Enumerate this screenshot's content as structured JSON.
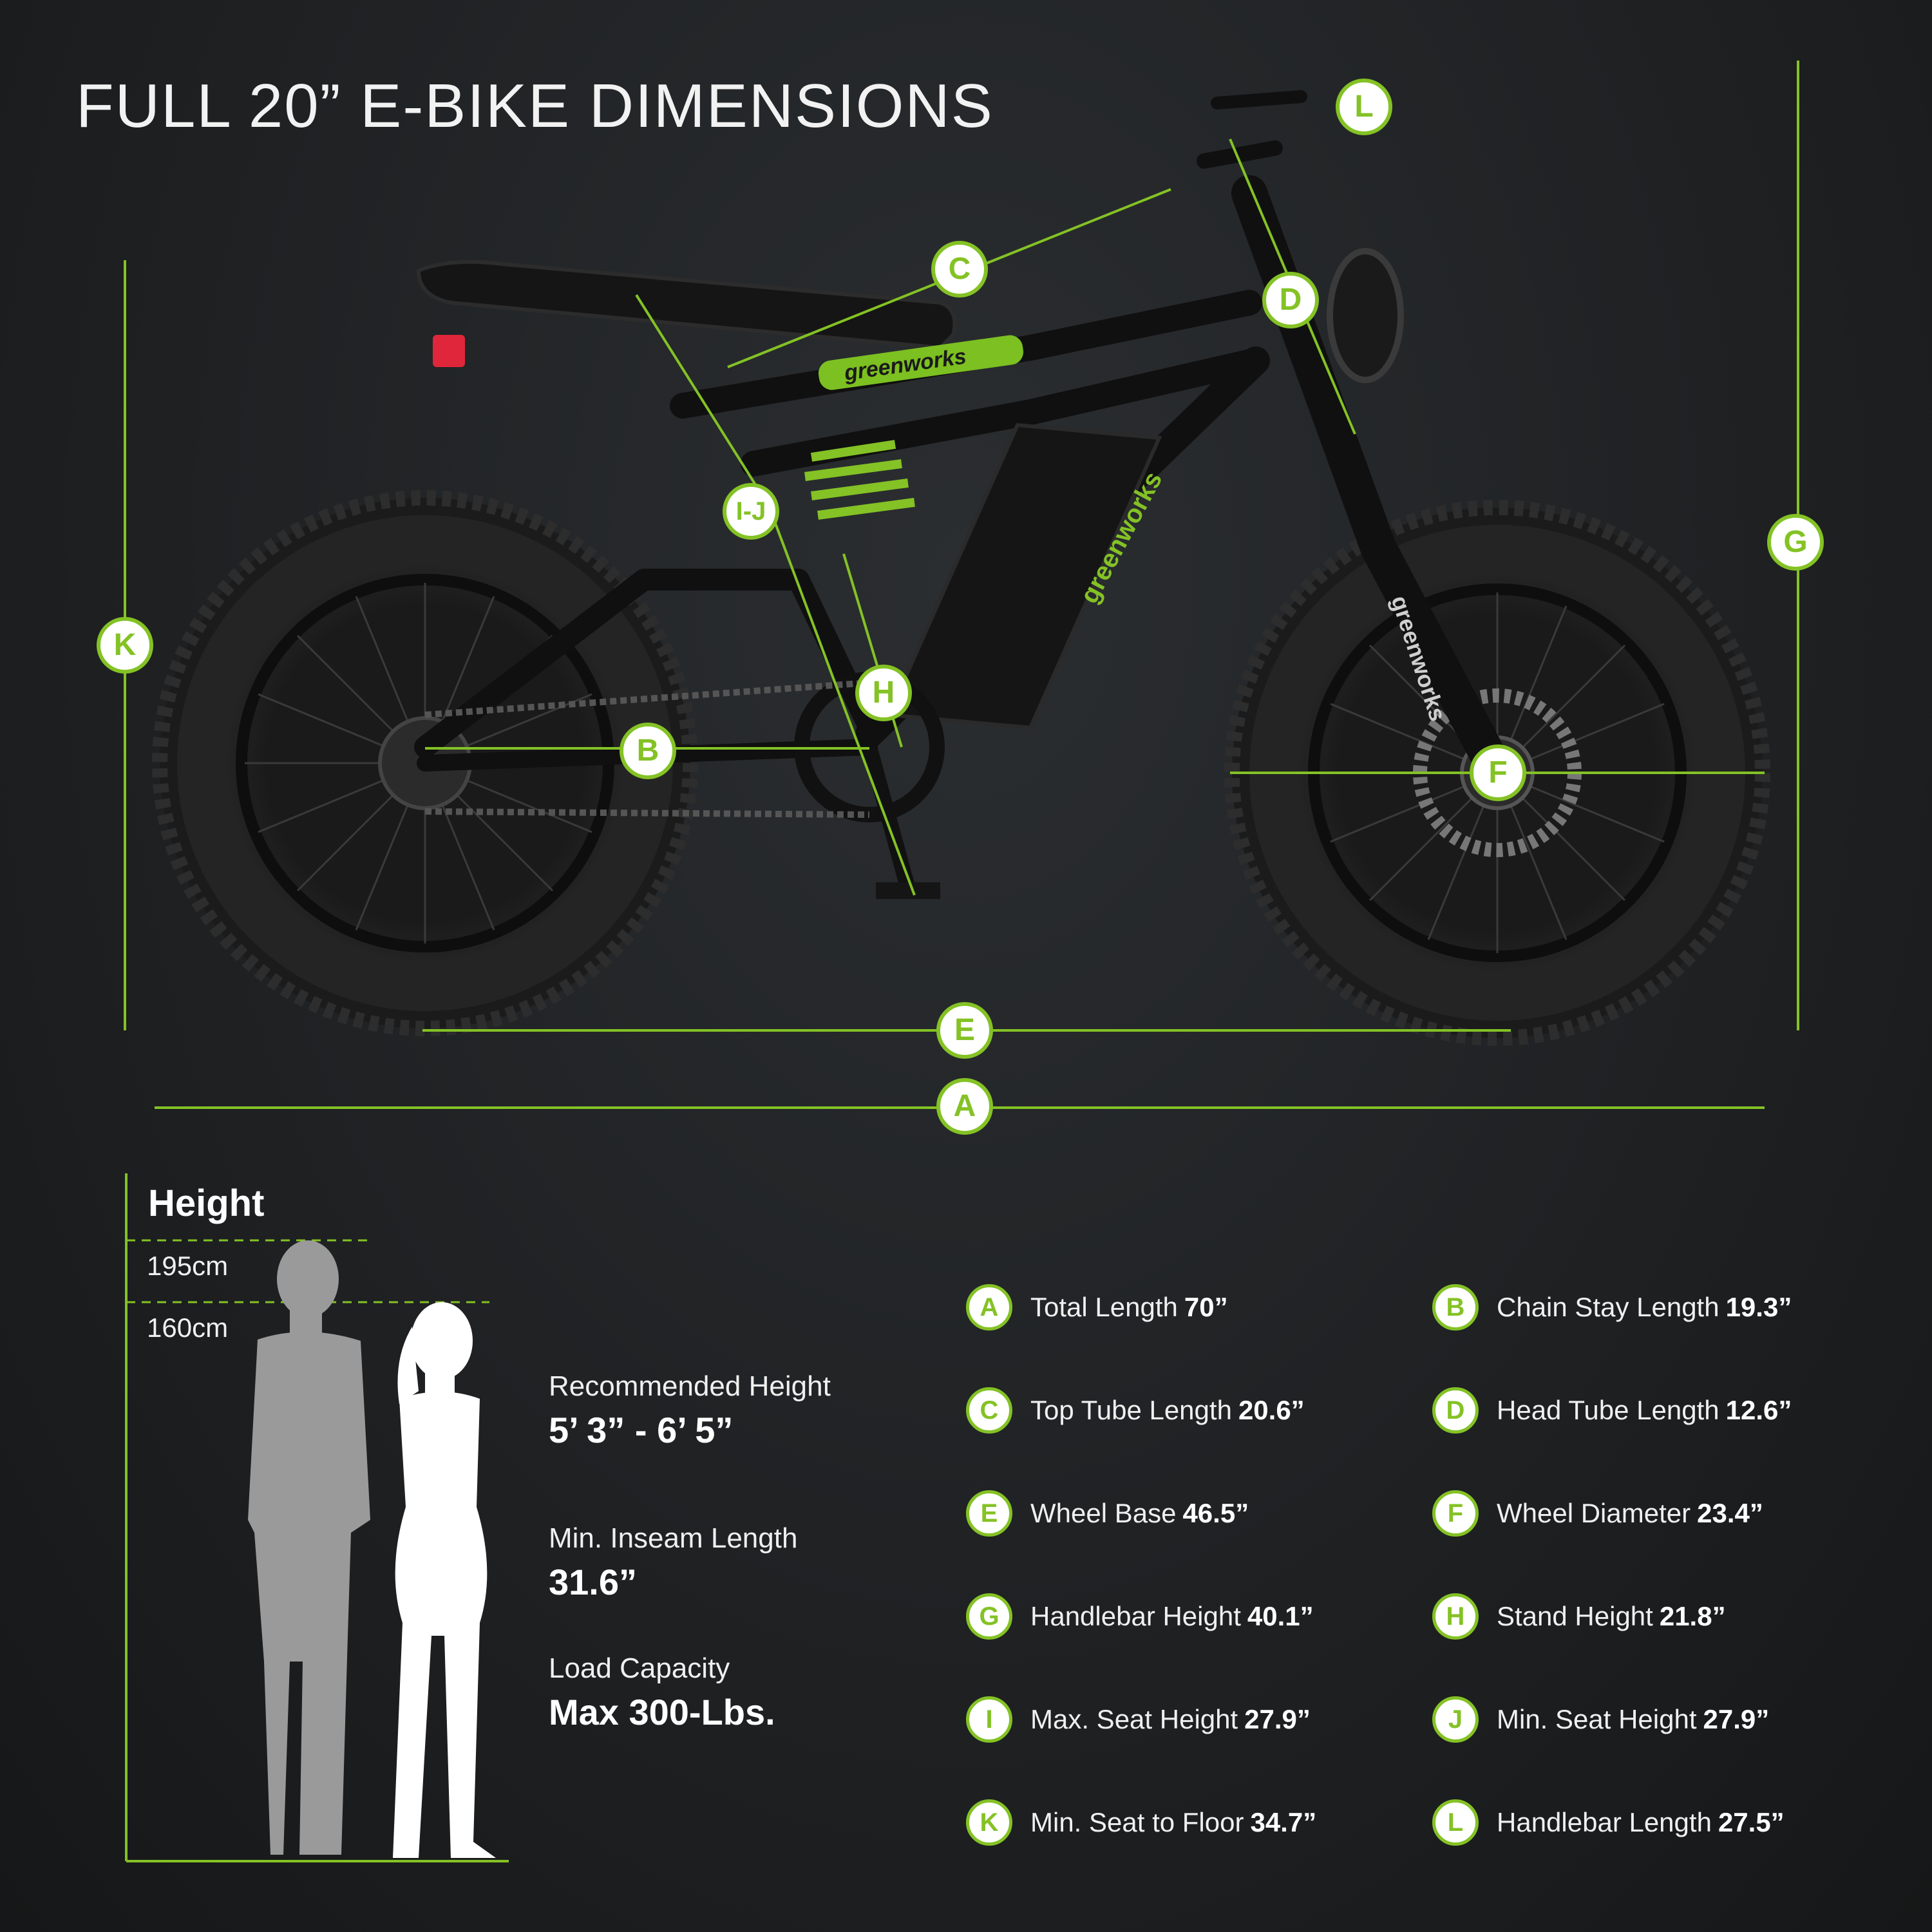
{
  "title": "FULL 20” E-BIKE DIMENSIONS",
  "colors": {
    "accent": "#84c225",
    "background": "#1f2123",
    "text": "#ffffff"
  },
  "bike": {
    "brand_seat": "greenworks",
    "brand_battery": "greenworks",
    "brand_fork": "greenworks"
  },
  "badges": {
    "A": "A",
    "B": "B",
    "C": "C",
    "D": "D",
    "E": "E",
    "F": "F",
    "G": "G",
    "H": "H",
    "IJ": "I-J",
    "K": "K",
    "L": "L"
  },
  "height_chart": {
    "title": "Height",
    "mark_195": "195cm",
    "mark_160": "160cm"
  },
  "info": {
    "recommended_label": "Recommended Height",
    "recommended_value": "5’ 3” - 6’ 5”",
    "inseam_label": "Min. Inseam Length",
    "inseam_value": "31.6”",
    "load_label": "Load Capacity",
    "load_value": "Max 300-Lbs."
  },
  "specs": [
    {
      "letter": "A",
      "label": "Total Length",
      "value": "70”"
    },
    {
      "letter": "B",
      "label": "Chain Stay Length",
      "value": "19.3”"
    },
    {
      "letter": "C",
      "label": "Top Tube Length",
      "value": "20.6”"
    },
    {
      "letter": "D",
      "label": "Head Tube Length",
      "value": "12.6”"
    },
    {
      "letter": "E",
      "label": "Wheel Base",
      "value": "46.5”"
    },
    {
      "letter": "F",
      "label": "Wheel Diameter",
      "value": "23.4”"
    },
    {
      "letter": "G",
      "label": "Handlebar Height",
      "value": "40.1”"
    },
    {
      "letter": "H",
      "label": "Stand Height",
      "value": "21.8”"
    },
    {
      "letter": "I",
      "label": "Max. Seat Height",
      "value": "27.9”"
    },
    {
      "letter": "J",
      "label": "Min. Seat Height",
      "value": "27.9”"
    },
    {
      "letter": "K",
      "label": "Min. Seat to Floor",
      "value": "34.7”"
    },
    {
      "letter": "L",
      "label": "Handlebar Length",
      "value": "27.5”"
    }
  ]
}
